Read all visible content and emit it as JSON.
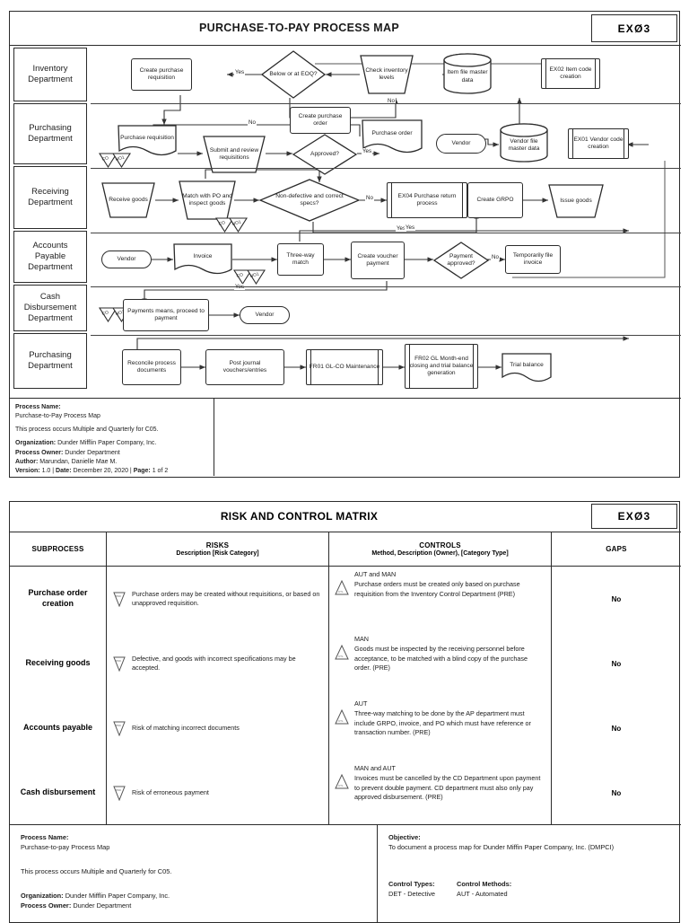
{
  "sheet1": {
    "title": "PURCHASE-TO-PAY PROCESS MAP",
    "code": "EXØ3",
    "lanes": [
      {
        "label": "Inventory\nDepartment"
      },
      {
        "label": "Purchasing\nDepartment"
      },
      {
        "label": "Receiving\nDepartment"
      },
      {
        "label": "Accounts\nPayable\nDepartment"
      },
      {
        "label": "Cash\nDisbursement\nDepartment"
      },
      {
        "label": "Purchasing\nDepartment"
      }
    ],
    "nodes": {
      "create_purchase_requisition": "Create purchase requisition",
      "below_or_at_eoq": "Below or at EOQ?",
      "check_inventory_levels": "Check inventory levels",
      "item_file_master_data": "Item file master data",
      "ex02_item_code_creation": "EX02 Item code creation",
      "purchase_requisition": "Purchase requisition",
      "submit_review_requisitions": "Submit and review requisitions",
      "approved": "Approved?",
      "create_purchase_order": "Create purchase order",
      "purchase_order": "Purchase order",
      "vendor_top": "Vendor",
      "vendor_file_master_data": "Vendor file master data",
      "ex01_vendor_code_creation": "EX01 Vendor code creation",
      "receive_goods": "Receive goods",
      "match_with_po": "Match with PO and inspect goods",
      "non_defective": "Non-defective and correct specs?",
      "ex04_purchase_return": "EX04 Purchase return process",
      "create_grpo": "Create GRPO",
      "issue_goods": "Issue goods",
      "vendor_ap": "Vendor",
      "invoice": "Invoice",
      "three_way_match": "Three-way match",
      "create_voucher_payment": "Create voucher payment",
      "payment_approved": "Payment approved?",
      "temporarily_file_invoice": "Temporarily file invoice",
      "payments_means": "Payments means, proceed to payment",
      "vendor_cd": "Vendor",
      "reconcile_process_documents": "Reconcile process documents",
      "post_journal_vouchers": "Post journal vouchers/entries",
      "fr01_gl_co": "FR01 GL-CO Maintenance",
      "fr02_gl_month_end": "FR02 GL Month-end closing and trial balance generation",
      "trial_balance": "Trial balance"
    },
    "edge_labels": {
      "yes": "Yes",
      "no": "No"
    },
    "control_marker": "CO\nNO1",
    "footer": {
      "process_name_label": "Process Name:",
      "process_name": "Purchase-to-Pay Process Map",
      "occurrence": "This process occurs Multiple and Quarterly for C05.",
      "organization_label": "Organization:",
      "organization": "Dunder Mifflin Paper Company, Inc.",
      "process_owner_label": "Process Owner:",
      "process_owner": "Dunder Department",
      "author_label": "Author:",
      "author": "Marundan, Danielle Mae M.",
      "version_label": "Version:",
      "version": "1.0",
      "date_label": "Date:",
      "date": "December 20, 2020",
      "page_label": "Page:",
      "page": "1 of 2"
    }
  },
  "sheet2": {
    "title": "RISK AND CONTROL MATRIX",
    "code": "EXØ3",
    "columns": [
      {
        "head": "SUBPROCESS",
        "sub": ""
      },
      {
        "head": "RISKS",
        "sub": "Description [Risk Category]"
      },
      {
        "head": "CONTROLS",
        "sub": "Method, Description (Owner), [Category Type]"
      },
      {
        "head": "GAPS",
        "sub": ""
      }
    ],
    "rows": [
      {
        "subprocess": "Purchase order creation",
        "risk": "Purchase orders may be created without requisitions, or based on unapproved requisition.",
        "control_method": "AUT and MAN",
        "control_desc": "Purchase orders must be created only based on purchase requisition from the Inventory Control Department (PRE)",
        "gap": "No"
      },
      {
        "subprocess": "Receiving goods",
        "risk": "Defective, and goods with incorrect specifications may be accepted.",
        "control_method": "MAN",
        "control_desc": "Goods must be inspected by the receiving personnel before acceptance, to be matched with a blind copy of the purchase order. (PRE)",
        "gap": "No"
      },
      {
        "subprocess": "Accounts payable",
        "risk": "Risk of matching incorrect documents",
        "control_method": "AUT",
        "control_desc": "Three-way matching to be done by the AP department must include GRPO, invoice, and PO which must have reference or transaction number. (PRE)",
        "gap": "No"
      },
      {
        "subprocess": "Cash disbursement",
        "risk": "Risk of erroneous payment",
        "control_method": "MAN and AUT",
        "control_desc": "Invoices must be cancelled by the CD Department upon payment to prevent double payment. CD department must also only pay approved disbursement. (PRE)",
        "gap": "No"
      }
    ],
    "footer": {
      "process_name_label": "Process Name:",
      "process_name": "Purchase-to-pay Process Map",
      "occurrence": "This process occurs Multiple and Quarterly for C05.",
      "organization_label": "Organization:",
      "organization": "Dunder Mifflin Paper Company, Inc.",
      "process_owner_label": "Process Owner:",
      "process_owner": "Dunder Department",
      "objective_label": "Objective:",
      "objective": "To document a process map for Dunder Miffin Paper Company, Inc. (DMPCI)",
      "control_types_label": "Control Types:",
      "control_types": "DET - Detective",
      "control_methods_label": "Control Methods:",
      "control_methods": "AUT - Automated"
    }
  }
}
